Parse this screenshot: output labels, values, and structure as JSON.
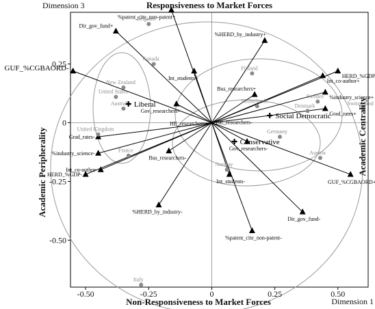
{
  "titles": {
    "top": "Responsiveness to Market Forces",
    "bottom": "Non-Responsiveness to Market Forces",
    "left": "Academic Peripherality",
    "right": "Academic Centrality",
    "dim_x": "Dimension 1",
    "dim_y": "Dimension 3"
  },
  "chart_data": {
    "type": "scatter",
    "xlim": [
      -0.56,
      0.62
    ],
    "ylim": [
      -0.7,
      0.47
    ],
    "x_ticks": [
      -0.5,
      -0.25,
      0,
      0.25,
      0.5
    ],
    "x_tick_labels": [
      "-0.50",
      "-0.25",
      "0",
      "0.25",
      "0.50"
    ],
    "y_ticks": [
      0.25,
      0,
      -0.25,
      -0.5
    ],
    "y_tick_labels": [
      "0.25",
      "0",
      "-0.25",
      "-0.50"
    ],
    "grid": false,
    "variables": [
      {
        "name": "GUF_%CGBAORD-",
        "x": -0.55,
        "y": 0.22
      },
      {
        "name": "Dir_gov_fund+",
        "x": -0.38,
        "y": 0.39
      },
      {
        "name": "%patent_cite_non-patent+",
        "x": -0.16,
        "y": 0.48
      },
      {
        "name": "Int_students+",
        "x": -0.07,
        "y": 0.22
      },
      {
        "name": "Gov_researchers+",
        "x": -0.14,
        "y": 0.08
      },
      {
        "name": "%HERD_by_industry+",
        "x": 0.21,
        "y": 0.35
      },
      {
        "name": "HERD_%GDP+",
        "x": 0.5,
        "y": 0.22
      },
      {
        "name": "Int_co-author+",
        "x": 0.44,
        "y": 0.2
      },
      {
        "name": "%industry_science+",
        "x": 0.45,
        "y": 0.13
      },
      {
        "name": "Bus_researchers+",
        "x": 0.17,
        "y": 0.12
      },
      {
        "name": "Grad_rates+",
        "x": 0.45,
        "y": 0.06
      },
      {
        "name": "HE_researchers+",
        "x": 0.0,
        "y": 0.0
      },
      {
        "name": "HE_researchers-",
        "x": 0.0,
        "y": 0.0
      },
      {
        "name": "Grad_rates-",
        "x": -0.45,
        "y": -0.06
      },
      {
        "name": "%industry_science-",
        "x": -0.45,
        "y": -0.13
      },
      {
        "name": "Int_co-author-",
        "x": -0.44,
        "y": -0.2
      },
      {
        "name": "HERD_%GDP-",
        "x": -0.5,
        "y": -0.22
      },
      {
        "name": "Bus_researchers-",
        "x": -0.17,
        "y": -0.12
      },
      {
        "name": "%HERD_by_industry-",
        "x": -0.21,
        "y": -0.35
      },
      {
        "name": "Gov_researchers-",
        "x": 0.14,
        "y": -0.08
      },
      {
        "name": "Int_students-",
        "x": 0.07,
        "y": -0.22
      },
      {
        "name": "%patent_cite_non-patent-",
        "x": 0.16,
        "y": -0.46
      },
      {
        "name": "Dir_gov_fund-",
        "x": 0.36,
        "y": -0.38
      },
      {
        "name": "GUF_%CGBAORD+",
        "x": 0.55,
        "y": -0.22
      }
    ],
    "countries": [
      {
        "name": "Belgium",
        "x": -0.25,
        "y": 0.42
      },
      {
        "name": "Canada",
        "x": -0.23,
        "y": 0.25
      },
      {
        "name": "New Zealand",
        "x": -0.35,
        "y": 0.15
      },
      {
        "name": "United States",
        "x": -0.38,
        "y": 0.11
      },
      {
        "name": "Australia",
        "x": -0.35,
        "y": 0.06
      },
      {
        "name": "United Kingdom",
        "x": -0.45,
        "y": -0.05
      },
      {
        "name": "France",
        "x": -0.33,
        "y": -0.14
      },
      {
        "name": "Finland",
        "x": 0.16,
        "y": 0.21
      },
      {
        "name": "Netherlands",
        "x": 0.18,
        "y": 0.07
      },
      {
        "name": "Sweden",
        "x": 0.42,
        "y": 0.09
      },
      {
        "name": "Denmark",
        "x": 0.38,
        "y": 0.05
      },
      {
        "name": "Switzerland",
        "x": 0.6,
        "y": 0.06
      },
      {
        "name": "Germany",
        "x": 0.27,
        "y": -0.06
      },
      {
        "name": "Austria",
        "x": 0.43,
        "y": -0.15
      },
      {
        "name": "Norway",
        "x": 0.06,
        "y": -0.2
      },
      {
        "name": "Italy",
        "x": -0.28,
        "y": -0.69
      }
    ],
    "groups": [
      {
        "name": "Liberal",
        "x": -0.33,
        "y": 0.08
      },
      {
        "name": "Social Democratic",
        "x": 0.23,
        "y": 0.03
      },
      {
        "name": "Conservative",
        "x": 0.09,
        "y": -0.08
      }
    ]
  }
}
